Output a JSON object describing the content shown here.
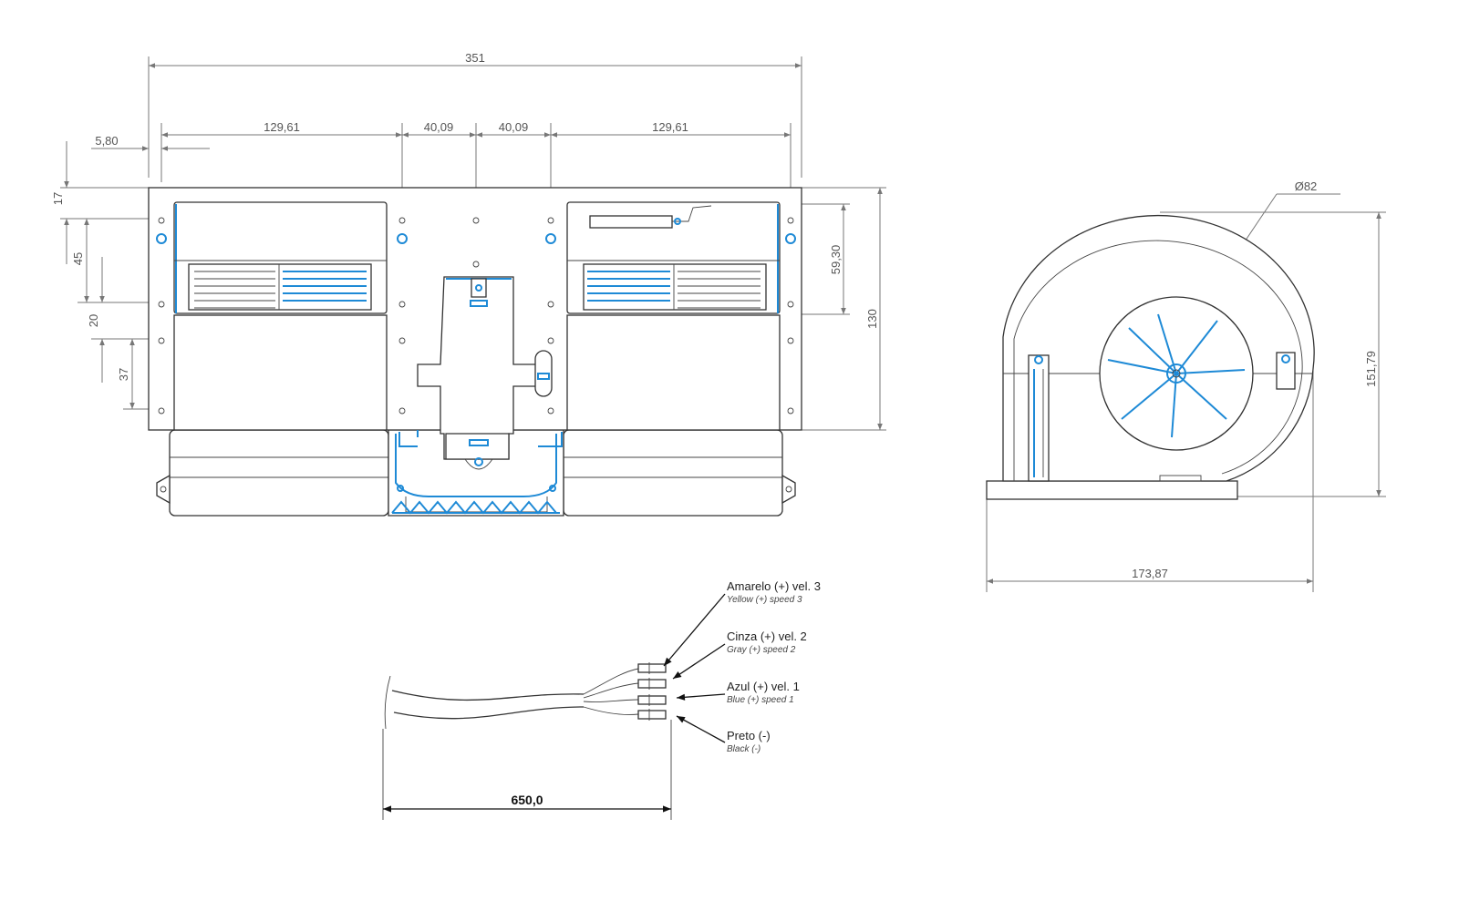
{
  "front_view": {
    "dim_overall_width": "351",
    "dim_left_outer": "129,61",
    "dim_left_inner": "40,09",
    "dim_right_inner": "40,09",
    "dim_right_outer": "129,61",
    "dim_edge_offset": "5,80",
    "dim_top_17": "17",
    "dim_45": "45",
    "dim_20": "20",
    "dim_37": "37",
    "dim_59_30": "59,30",
    "dim_height_130": "130"
  },
  "side_view": {
    "dim_diameter": "Ø82",
    "dim_height": "151,79",
    "dim_width": "173,87"
  },
  "wiring": {
    "cable_length": "650,0",
    "wires": [
      {
        "label": "Amarelo (+) vel. 3",
        "sublabel": "Yellow (+) speed 3"
      },
      {
        "label": "Cinza (+) vel. 2",
        "sublabel": "Gray (+) speed 2"
      },
      {
        "label": "Azul (+) vel. 1",
        "sublabel": "Blue (+) speed 1"
      },
      {
        "label": "Preto (-)",
        "sublabel": "Black (-)"
      }
    ]
  },
  "colors": {
    "accent": "#1e8ad6",
    "line": "#333333",
    "dimension": "#777777"
  }
}
